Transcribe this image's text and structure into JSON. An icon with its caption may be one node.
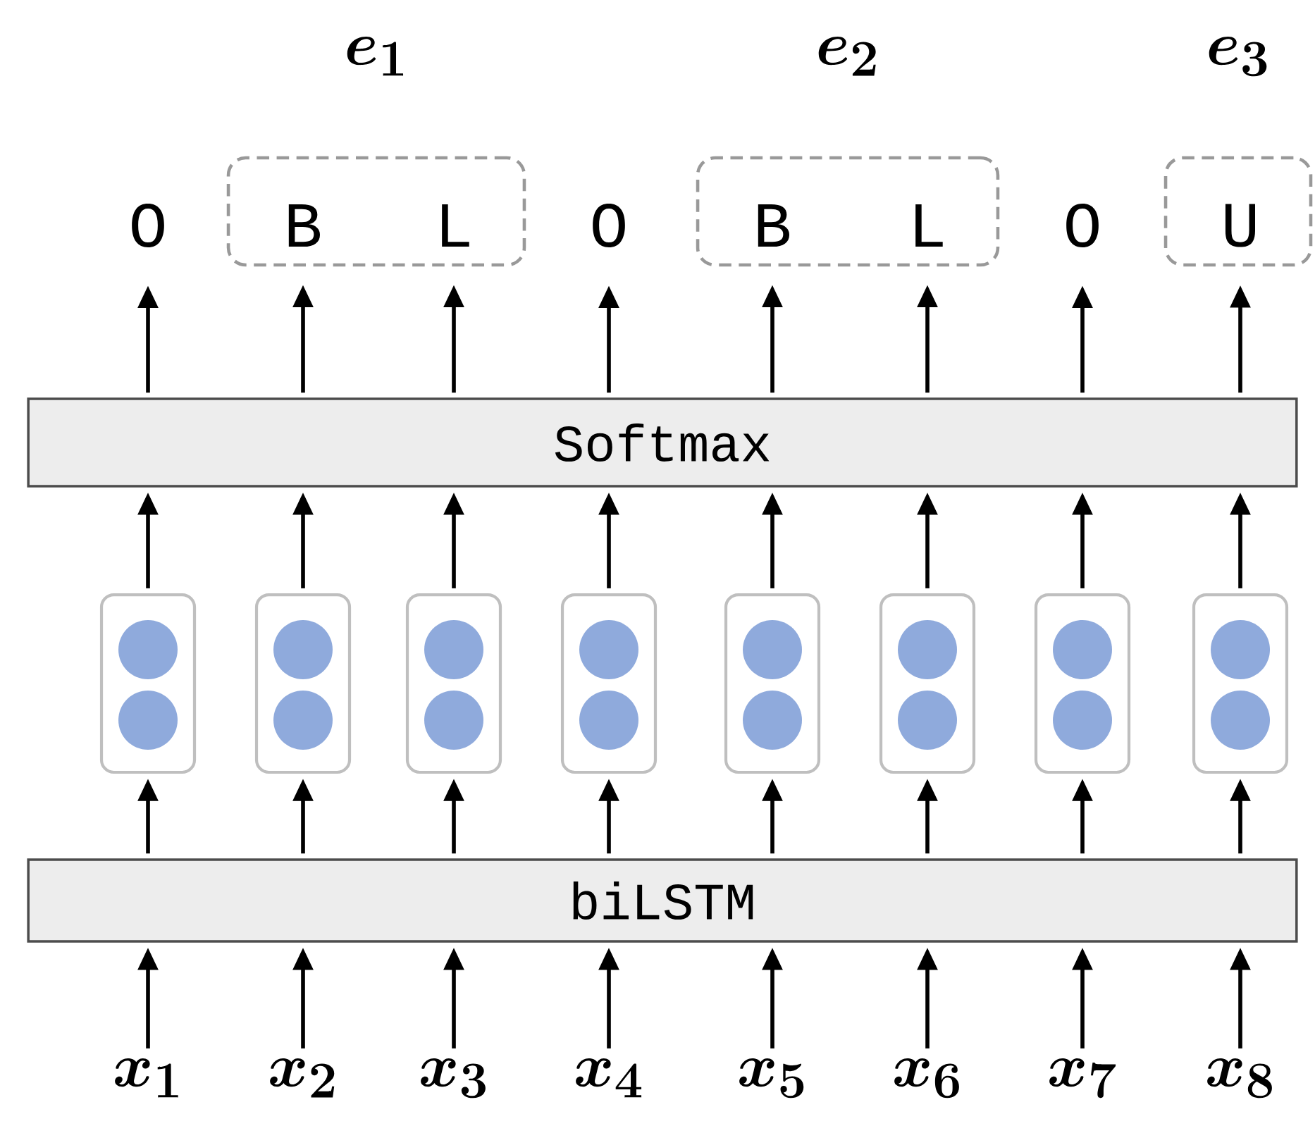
{
  "diagram": {
    "nodes": [
      {
        "text": [
          "biLSTM"
        ]
      },
      {
        "text": [
          "Softmax"
        ]
      },
      {
        "text": [],
        "shape": "box"
      },
      {
        "text": [],
        "shape": "box"
      },
      {
        "text": [],
        "shape": "box"
      },
      {
        "text": [],
        "shape": "box"
      },
      {
        "text": [],
        "shape": "box"
      },
      {
        "text": [],
        "shape": "box"
      },
      {
        "text": [],
        "shape": "box"
      },
      {
        "text": [],
        "shape": "box"
      },
      {
        "text": [
          "x_1"
        ]
      },
      {
        "text": [
          "x_2"
        ]
      },
      {
        "text": [
          "x_3"
        ]
      },
      {
        "text": [
          "x_4"
        ]
      },
      {
        "text": [
          "x_5"
        ]
      },
      {
        "text": [
          "x_6"
        ]
      },
      {
        "text": [
          "x_7"
        ]
      },
      {
        "text": [
          "x_8"
        ]
      },
      {
        "text": [
          "O"
        ]
      },
      {
        "text": [
          "e_1"
        ]
      },
      {
        "text": [
          "B"
        ],
        "in": 19
      },
      {
        "text": [
          "L"
        ],
        "in": 19
      },
      {
        "text": [
          "O"
        ]
      },
      {
        "text": [
          "e_2"
        ]
      },
      {
        "text": [
          "B"
        ],
        "in": 23
      },
      {
        "text": [
          "L"
        ],
        "in": 23
      },
      {
        "text": [
          "O"
        ]
      },
      {
        "text": [
          "e_3"
        ]
      },
      {
        "text": [
          "U"
        ],
        "in": 27
      }
    ],
    "edges": [
      {
        "from": 10,
        "to": 0,
        "arrow": "to"
      },
      {
        "from": 11,
        "to": 0,
        "arrow": "to"
      },
      {
        "from": 12,
        "to": 0,
        "arrow": "to"
      },
      {
        "from": 13,
        "to": 0,
        "arrow": "to"
      },
      {
        "from": 14,
        "to": 0,
        "arrow": "to"
      },
      {
        "from": 15,
        "to": 0,
        "arrow": "to"
      },
      {
        "from": 16,
        "to": 0,
        "arrow": "to"
      },
      {
        "from": 17,
        "to": 0,
        "arrow": "to"
      },
      {
        "from": 0,
        "to": 2,
        "arrow": "to"
      },
      {
        "from": 0,
        "to": 3,
        "arrow": "to"
      },
      {
        "from": 0,
        "to": 4,
        "arrow": "to"
      },
      {
        "from": 0,
        "to": 5,
        "arrow": "to"
      },
      {
        "from": 0,
        "to": 6,
        "arrow": "to"
      },
      {
        "from": 0,
        "to": 7,
        "arrow": "to"
      },
      {
        "from": 0,
        "to": 8,
        "arrow": "to"
      },
      {
        "from": 0,
        "to": 9,
        "arrow": "to"
      },
      {
        "from": 2,
        "to": 1,
        "arrow": "to"
      },
      {
        "from": 3,
        "to": 1,
        "arrow": "to"
      },
      {
        "from": 4,
        "to": 1,
        "arrow": "to"
      },
      {
        "from": 5,
        "to": 1,
        "arrow": "to"
      },
      {
        "from": 6,
        "to": 1,
        "arrow": "to"
      },
      {
        "from": 7,
        "to": 1,
        "arrow": "to"
      },
      {
        "from": 8,
        "to": 1,
        "arrow": "to"
      },
      {
        "from": 9,
        "to": 1,
        "arrow": "to"
      },
      {
        "from": 1,
        "to": 18,
        "arrow": "to"
      },
      {
        "from": 1,
        "to": 20,
        "arrow": "to"
      },
      {
        "from": 1,
        "to": 21,
        "arrow": "to"
      },
      {
        "from": 1,
        "to": 22,
        "arrow": "to"
      },
      {
        "from": 1,
        "to": 24,
        "arrow": "to"
      },
      {
        "from": 1,
        "to": 25,
        "arrow": "to"
      },
      {
        "from": 1,
        "to": 26,
        "arrow": "to"
      },
      {
        "from": 1,
        "to": 28,
        "arrow": "to"
      }
    ]
  }
}
